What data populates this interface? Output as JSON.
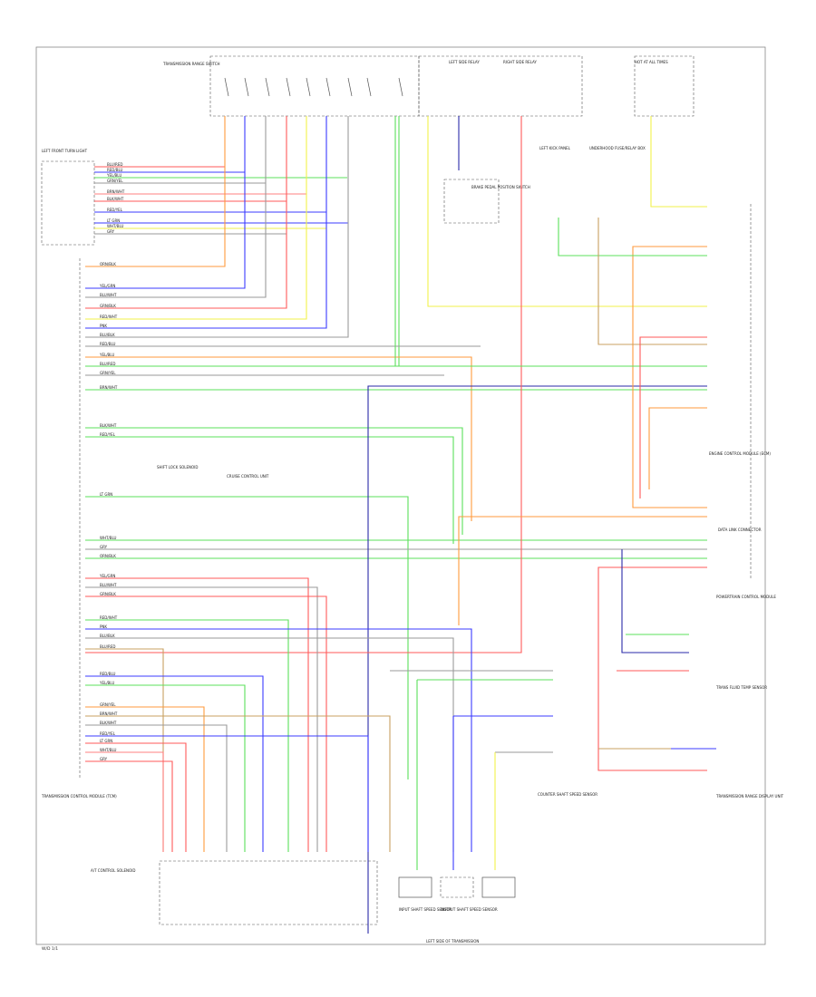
{
  "diagram": {
    "title": "",
    "page_label": "W/D 1/1",
    "colors": {
      "red": "#ff5a5a",
      "blue": "#3b3bff",
      "green": "#5be05b",
      "yellow": "#f2f24a",
      "orange": "#ff9a3c",
      "gray": "#9a9a9a",
      "dark_blue": "#2a2aa8",
      "tan": "#c8a060",
      "pink": "#ff8080",
      "cyan": "#5ad0d0"
    },
    "components": {
      "transmission_range_switch": "TRANSMISSION RANGE SWITCH",
      "left_front_turn": "LEFT FRONT TURN LIGHT",
      "left_side_relay": "LEFT SIDE RELAY",
      "right_side_relay": "RIGHT SIDE RELAY",
      "hot_at_all_times": "HOT AT ALL TIMES",
      "left_kick_panel": "LEFT KICK PANEL",
      "tcm": "TRANSMISSION CONTROL MODULE (TCM)",
      "brake_pedal_switch": "BRAKE PEDAL POSITION SWITCH",
      "shift_lock": "SHIFT LOCK SOLENOID",
      "fuse_block": "UNDERHOOD FUSE/RELAY BOX",
      "ecm": "ENGINE CONTROL MODULE (ECM)",
      "powertrain_ctrl": "POWERTRAIN CONTROL MODULE",
      "input_shaft_speed": "INPUT SHAFT SPEED SENSOR",
      "output_shaft_speed": "OUTPUT SHAFT SPEED SENSOR",
      "counter_shaft_speed": "COUNTER SHAFT SPEED SENSOR",
      "at_control_solenoid": "A/T CONTROL SOLENOID",
      "left_side_transmission": "LEFT SIDE OF TRANSMISSION",
      "data_link": "DATA LINK CONNECTOR",
      "cruise_control": "CRUISE CONTROL UNIT",
      "trans_fluid_temp": "TRANS FLUID TEMP SENSOR",
      "transmission_range_display": "TRANSMISSION RANGE DISPLAY UNIT"
    },
    "wire_labels": [
      "BLU/RED",
      "RED/BLU",
      "YEL/BLU",
      "GRN/YEL",
      "BRN/WHT",
      "BLK/WHT",
      "RED/YEL",
      "LT GRN",
      "WHT/BLU",
      "GRY",
      "ORN/BLK",
      "YEL/GRN",
      "BLU/WHT",
      "GRN/BLK",
      "RED/WHT",
      "PNK",
      "BLU/BLK"
    ]
  }
}
